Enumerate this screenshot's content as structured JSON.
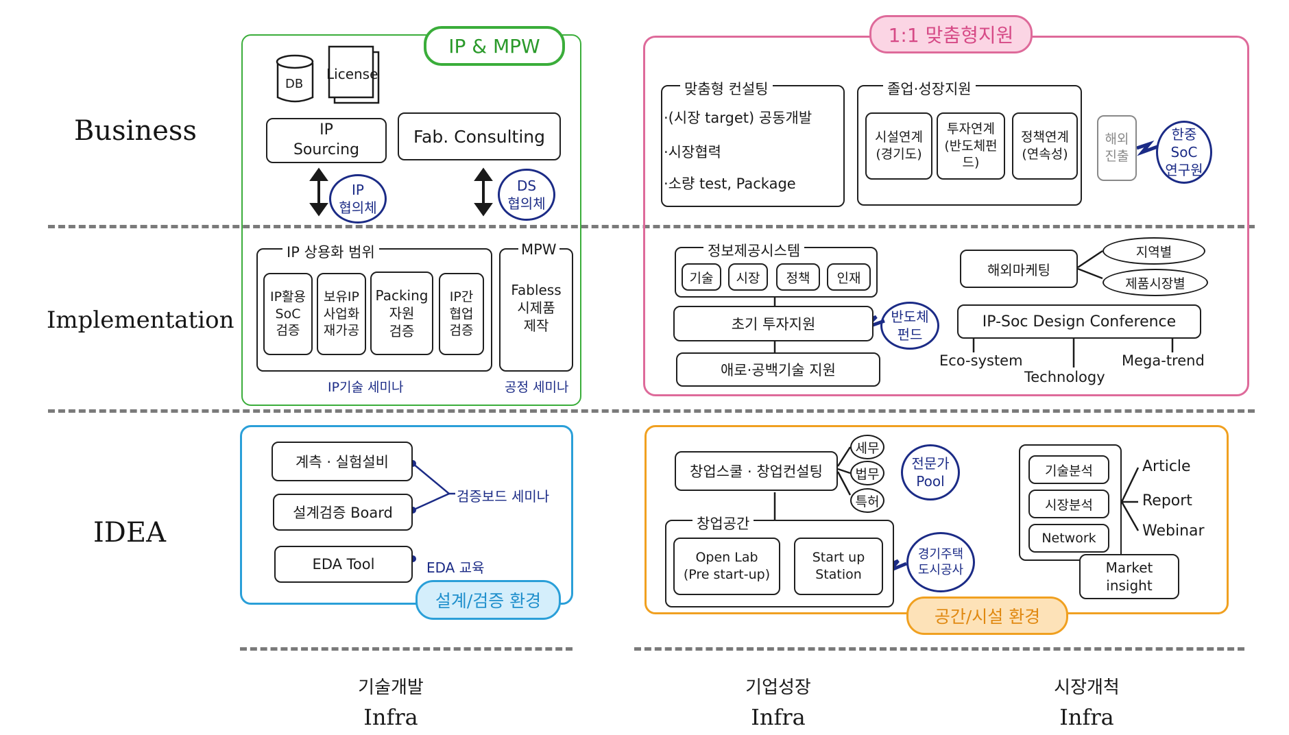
{
  "rows": {
    "business": "Business",
    "implementation": "Implementation",
    "idea": "IDEA"
  },
  "columns": [
    {
      "top": "기술개발",
      "bottom": "Infra"
    },
    {
      "top": "기업성장",
      "bottom": "Infra"
    },
    {
      "top": "시장개척",
      "bottom": "Infra"
    }
  ],
  "ip_mpw": {
    "tag": "IP & MPW",
    "db": "DB",
    "license": "License",
    "ip_sourcing": "IP\nSourcing",
    "fab_consulting": "Fab. Consulting",
    "ip_council": "IP\n협의체",
    "ds_council": "DS\n협의체",
    "ip_scope_title": "IP 상용화 범위",
    "ip_scope_items": [
      "IP활용\nSoC\n검증",
      "보유IP\n사업화\n재가공",
      "Packing\n자원\n검증",
      "IP간\n협업\n검증"
    ],
    "mpw_title": "MPW",
    "mpw_item": "Fabless\n시제품\n제작",
    "ip_seminar": "IP기술 세미나",
    "process_seminar": "공정 세미나"
  },
  "one_to_one": {
    "tag": "1:1 맞춤형지원",
    "consulting_title": "맞춤형 컨설팅",
    "consulting_items": [
      "·(시장 target) 공동개발",
      "·시장협력",
      "·소량 test, Package"
    ],
    "growth_title": "졸업·성장지원",
    "growth_items": [
      "시설연계\n(경기도)",
      "투자연계\n(반도체펀드)",
      "정책연계\n(연속성)"
    ],
    "overseas": "해외\n진출",
    "korea_china": "한중\nSoC\n연구원",
    "info_title": "정보제공시스템",
    "info_items": [
      "기술",
      "시장",
      "정책",
      "인재"
    ],
    "early_invest": "초기 투자지원",
    "semi_fund": "반도체\n펀드",
    "bottleneck": "애로·공백기술 지원",
    "overseas_marketing": "해외마케팅",
    "by_region": "지역별",
    "by_product": "제품시장별",
    "conference": "IP-Soc Design Conference",
    "eco": "Eco-system",
    "technology": "Technology",
    "mega": "Mega-trend"
  },
  "design_env": {
    "tag": "설계/검증 환경",
    "items": [
      "계측 · 실험설비",
      "설계검증 Board",
      "EDA Tool"
    ],
    "board_seminar": "검증보드 세미나",
    "eda_edu": "EDA 교육"
  },
  "space_env": {
    "tag": "공간/시설 환경",
    "startup_school": "창업스쿨 · 창업컨설팅",
    "tax": "세무",
    "law": "법무",
    "patent": "특허",
    "expert_pool": "전문가\nPool",
    "space_title": "창업공간",
    "open_lab": "Open Lab\n(Pre start-up)",
    "startup_station": "Start up\nStation",
    "gyeonggi": "경기주택\n도시공사"
  },
  "market": {
    "items": [
      "기술분석",
      "시장분석",
      "Network"
    ],
    "insight": "Market\ninsight",
    "outputs": [
      "Article",
      "Report",
      "Webinar"
    ]
  },
  "colors": {
    "green": "#3aad3a",
    "pink": "#de6a9a",
    "blue": "#2a9fd8",
    "orange": "#f0a020",
    "navy": "#1b2b86"
  }
}
